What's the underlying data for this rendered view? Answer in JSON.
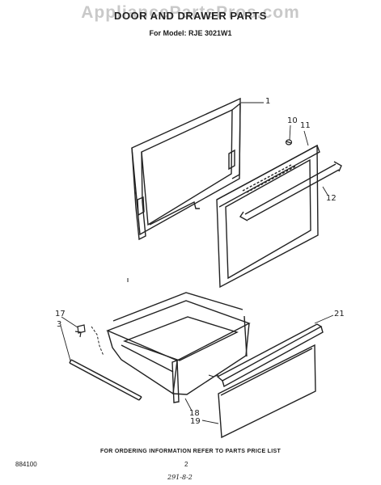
{
  "header": {
    "watermark": "AppliancePartsPros.com",
    "title": "DOOR AND DRAWER PARTS",
    "model": "For Model: RJE 3021W1"
  },
  "callouts": {
    "c1": "1",
    "c3": "3",
    "c10": "10",
    "c11": "11",
    "c12": "12",
    "c17": "17",
    "c18": "18",
    "c19": "19",
    "c21": "21"
  },
  "footer": {
    "note": "FOR ORDERING INFORMATION REFER TO PARTS PRICE LIST",
    "doc_code": "884100",
    "page": "2",
    "handwritten": "291-8-2"
  }
}
